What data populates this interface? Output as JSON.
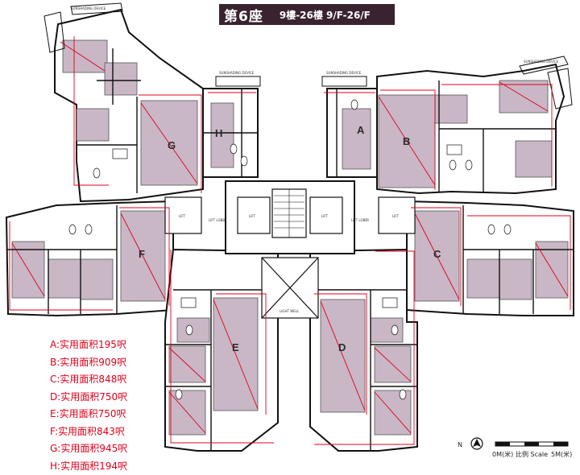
{
  "header": {
    "tower": "第6座",
    "floors": "9樓-26樓 9/F-26/F"
  },
  "units": [
    "A",
    "B",
    "C",
    "D",
    "E",
    "F",
    "G",
    "H"
  ],
  "labels": {
    "lift_lobby": "LIFT LOBBY",
    "lift": "LIFT",
    "light_well": "LIGHT WELL",
    "sunshading": "SUNSHADING DEVICE"
  },
  "legend": [
    "A:实用面积195呎",
    "B:实用面积909呎",
    "C:实用面积848呎",
    "D:实用面积750呎",
    "E:实用面积750呎",
    "F:实用面积843呎",
    "G:实用面积945呎",
    "H:实用面积194呎"
  ],
  "north": "N",
  "scale": {
    "start": "0M(米)",
    "label": "比例 Scale",
    "end": "5M(米)"
  },
  "colors": {
    "unit_fill": "#c9b7c6",
    "dim_line": "#e0001b",
    "wall": "#111111",
    "banner": "#3a2330"
  }
}
